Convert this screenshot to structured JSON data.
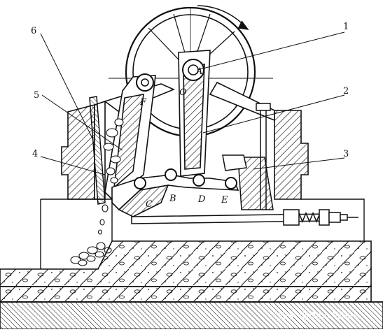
{
  "diagram": {
    "part_labels": {
      "p1": "1",
      "p2": "2",
      "p3": "3",
      "p4": "4",
      "p5": "5",
      "p6": "6"
    },
    "point_labels": {
      "A": "A",
      "O": "O",
      "F": "F",
      "B": "B",
      "C": "C",
      "D": "D",
      "E": "E"
    }
  },
  "watermark": {
    "text": "知乎 @Dino White"
  },
  "colors": {
    "ink": "#111111",
    "paper": "#ffffff"
  }
}
